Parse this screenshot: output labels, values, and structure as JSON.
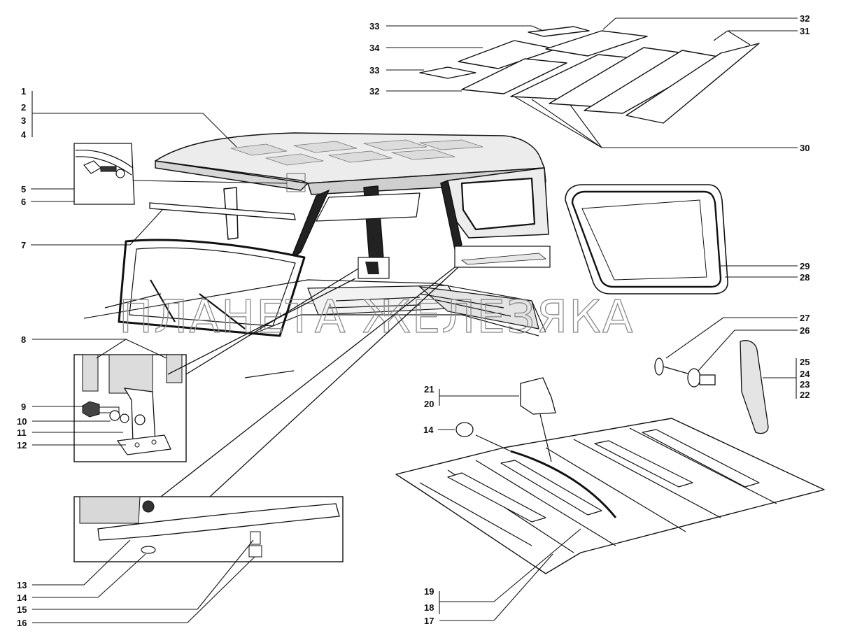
{
  "watermark": "ПЛАНЕТА ЖЕЛЕЗЯКА",
  "callouts": {
    "n1": "1",
    "n2": "2",
    "n3": "3",
    "n4": "4",
    "n5": "5",
    "n6": "6",
    "n7": "7",
    "n8": "8",
    "n9": "9",
    "n10": "10",
    "n11": "11",
    "n12": "12",
    "n13": "13",
    "n14a": "14",
    "n14b": "14",
    "n15": "15",
    "n16": "16",
    "n17": "17",
    "n18": "18",
    "n19": "19",
    "n20": "20",
    "n21": "21",
    "n22": "22",
    "n23": "23",
    "n24": "24",
    "n25": "25",
    "n26": "26",
    "n27": "27",
    "n28": "28",
    "n29": "29",
    "n30": "30",
    "n31": "31",
    "n32a": "32",
    "n32b": "32",
    "n33a": "33",
    "n33b": "33",
    "n34": "34"
  }
}
